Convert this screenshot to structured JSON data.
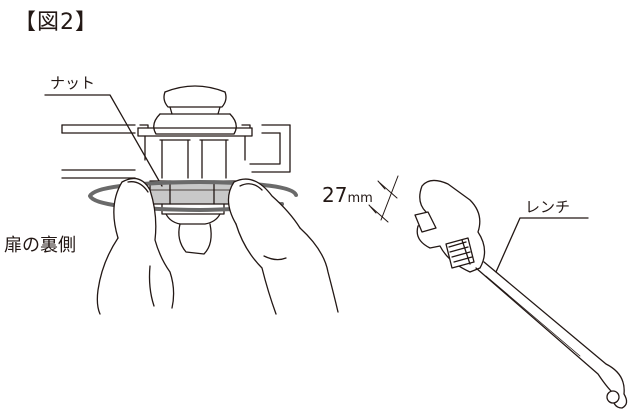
{
  "figure": {
    "title": "【図2】",
    "labels": {
      "nut": "ナット",
      "door_back": "扉の裏側",
      "dimension_value": "27",
      "dimension_unit": "mm",
      "wrench": "レンチ"
    }
  },
  "colors": {
    "line": "#231815",
    "nut_fill": "#c8c8c8",
    "rotation_arrow": "#6a6a6a"
  },
  "icons": [
    "rotation-arrow-icon",
    "dimension-arrow-icon"
  ]
}
